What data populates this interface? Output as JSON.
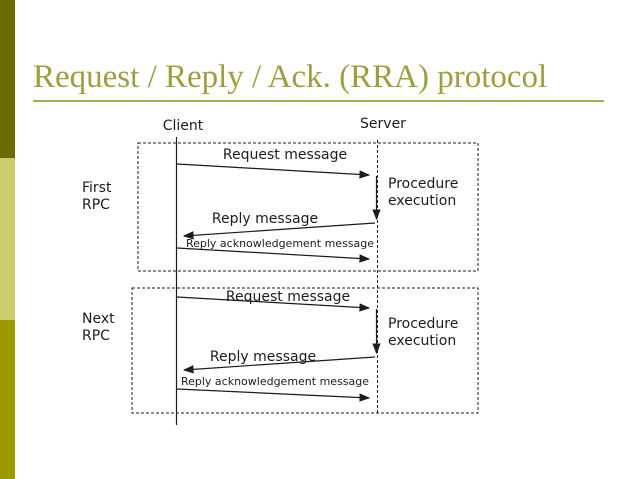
{
  "slide_title": "Request / Reply / Ack. (RRA) protocol",
  "colors": {
    "sidebar_dark": "#6b6b00",
    "sidebar_light": "#cbcd6e",
    "sidebar_mid": "#9a9a00",
    "title_text": "#9e9e3f",
    "title_underline": "#aaaa4f",
    "diagram_ink": "#1c1c1c"
  },
  "diagram": {
    "client_label": "Client",
    "server_label": "Server",
    "sections": [
      {
        "label": "First RPC",
        "request_label": "Request message",
        "reply_label": "Reply message",
        "ack_label": "Reply acknowledgement message",
        "server_activity_label": "Procedure execution"
      },
      {
        "label": "Next RPC",
        "request_label": "Request message",
        "reply_label": "Reply message",
        "ack_label": "Reply acknowledgement message",
        "server_activity_label": "Procedure execution"
      }
    ]
  }
}
